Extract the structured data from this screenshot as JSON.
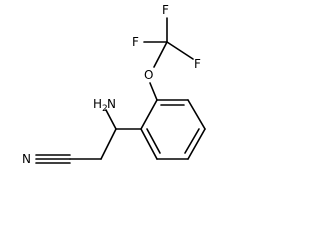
{
  "molecule": {
    "atoms": {
      "f_top": "F",
      "f_left": "F",
      "f_right": "F",
      "oxygen": "O",
      "amino_h": "H",
      "amino_h_count": "2",
      "amino_n": "N",
      "nitrile_n": "N"
    }
  }
}
